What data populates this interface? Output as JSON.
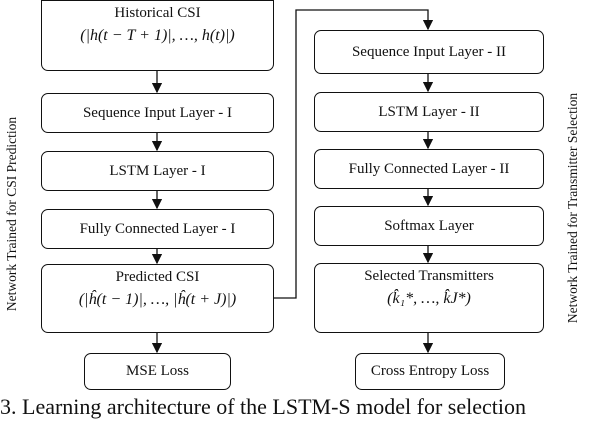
{
  "left_column": {
    "historical_csi": {
      "title": "Historical CSI",
      "formula": "(|h(t − T + 1)|, …, h(t)|)"
    },
    "seq_input": "Sequence Input Layer - I",
    "lstm": "LSTM Layer - I",
    "fc": "Fully Connected Layer - I",
    "predicted_csi": {
      "title": "Predicted CSI",
      "formula": "(|ĥ(t − 1)|, …, |ĥ(t + J)|)"
    },
    "loss": "MSE Loss",
    "side_label": "Network Trained for CSI Prediction"
  },
  "right_column": {
    "seq_input": "Sequence Input Layer - II",
    "lstm": "LSTM Layer - II",
    "fc": "Fully Connected Layer - II",
    "softmax": "Softmax Layer",
    "selected": {
      "title": "Selected Transmitters",
      "formula": "(k̂₁*, …, k̂J*)"
    },
    "loss": "Cross Entropy Loss",
    "side_label": "Network Trained for Transmitter Selection"
  },
  "caption": "3. Learning architecture of the LSTM-S model for selection"
}
